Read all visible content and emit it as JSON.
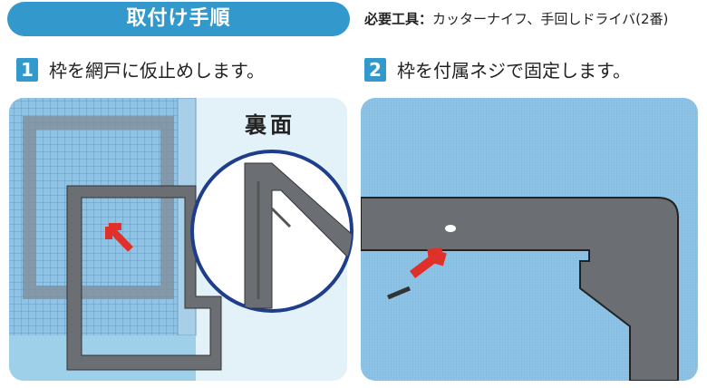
{
  "banner": {
    "title": "取付け手順"
  },
  "tools": {
    "label": "必要工具：",
    "items": "カッターナイフ、手回しドライバ(2番)"
  },
  "steps": [
    {
      "number": "1",
      "text": "枠を網戸に仮止めします。"
    },
    {
      "number": "2",
      "text": "枠を付属ネジで固定します。"
    }
  ],
  "illustration": {
    "back_label": "裏面"
  },
  "colors": {
    "accent": "#3399cc",
    "panel_bg": "#e3f1f8",
    "mesh": "#8fc4e6",
    "frame": "#6b6f73"
  }
}
